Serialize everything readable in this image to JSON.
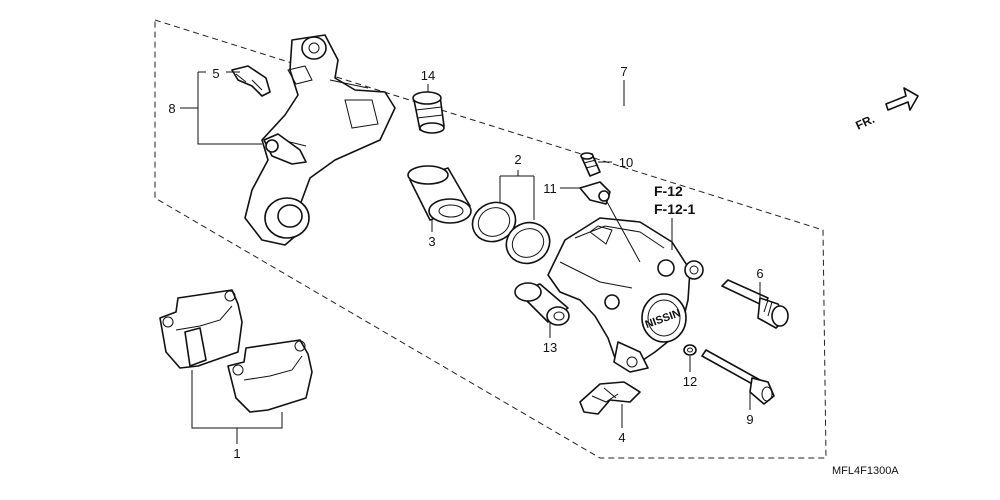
{
  "callouts": [
    {
      "id": "c1",
      "text": "1"
    },
    {
      "id": "c2",
      "text": "2"
    },
    {
      "id": "c3",
      "text": "3"
    },
    {
      "id": "c4",
      "text": "4"
    },
    {
      "id": "c5",
      "text": "5"
    },
    {
      "id": "c6",
      "text": "6"
    },
    {
      "id": "c7",
      "text": "7"
    },
    {
      "id": "c8",
      "text": "8"
    },
    {
      "id": "c9",
      "text": "9"
    },
    {
      "id": "c10",
      "text": "10"
    },
    {
      "id": "c11",
      "text": "11"
    },
    {
      "id": "c12",
      "text": "12"
    },
    {
      "id": "c13",
      "text": "13"
    },
    {
      "id": "c14",
      "text": "14"
    }
  ],
  "references": [
    "F-12",
    "F-12-1"
  ],
  "direction_label": "FR.",
  "caliper_logo": "NISSIN",
  "diagram_code": "MFL4F1300A"
}
